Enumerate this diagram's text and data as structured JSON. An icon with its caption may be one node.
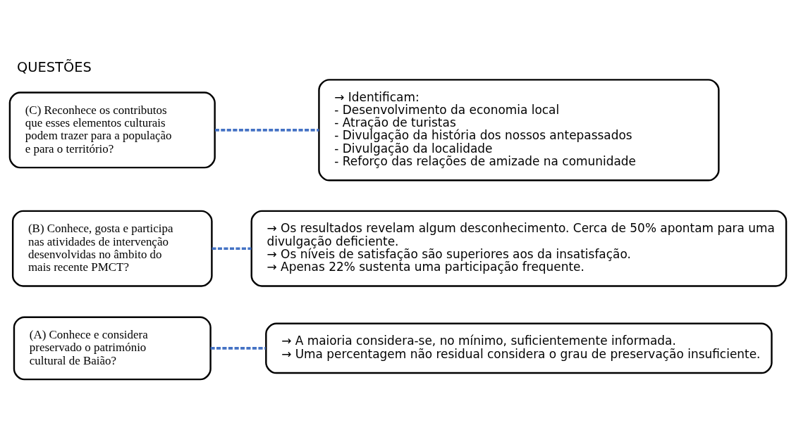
{
  "diagram": {
    "title": "QUESTÕES",
    "nodes": [
      {
        "text": [
          "(A) Conhece e considera preservado o património cultural de Baião?"
        ]
      },
      {
        "text": [
          "→ A maioria considera-se, no mínimo, suficientemente informada.",
          "→ Uma percentagem não residual considera o grau de preservação insuficiente."
        ]
      },
      {
        "text": [
          "(B) Conhece, gosta e participa nas atividades de intervenção desenvolvidas no âmbito do mais recente PMCT?"
        ]
      },
      {
        "text": [
          "→ Os resultados revelam algum desconhecimento. Cerca de 50% apontam para uma divulgação deficiente.",
          "→ Os níveis de satisfação são superiores aos da insatisfação.",
          "→ Apenas 22% sustenta uma participação frequente."
        ]
      },
      {
        "text": [
          "(C) Reconhece os contributos que esses elementos culturais podem trazer para a população e para o território?"
        ]
      },
      {
        "text": [
          "→ Identificam:",
          "- Desenvolvimento da economia local",
          "- Atração de turistas",
          "- Divulgação da história dos nossos antepassados",
          "- Divulgação da localidade",
          "- Reforço das relações de amizade na comunidade"
        ]
      }
    ],
    "edges": [
      {
        "from": 0,
        "to": 1,
        "arrow": "none",
        "style": "dashed",
        "color": "#4472c4"
      },
      {
        "from": 2,
        "to": 3,
        "arrow": "none",
        "style": "dashed",
        "color": "#4472c4"
      },
      {
        "from": 4,
        "to": 5,
        "arrow": "none",
        "style": "dashed",
        "color": "#4472c4"
      }
    ]
  }
}
